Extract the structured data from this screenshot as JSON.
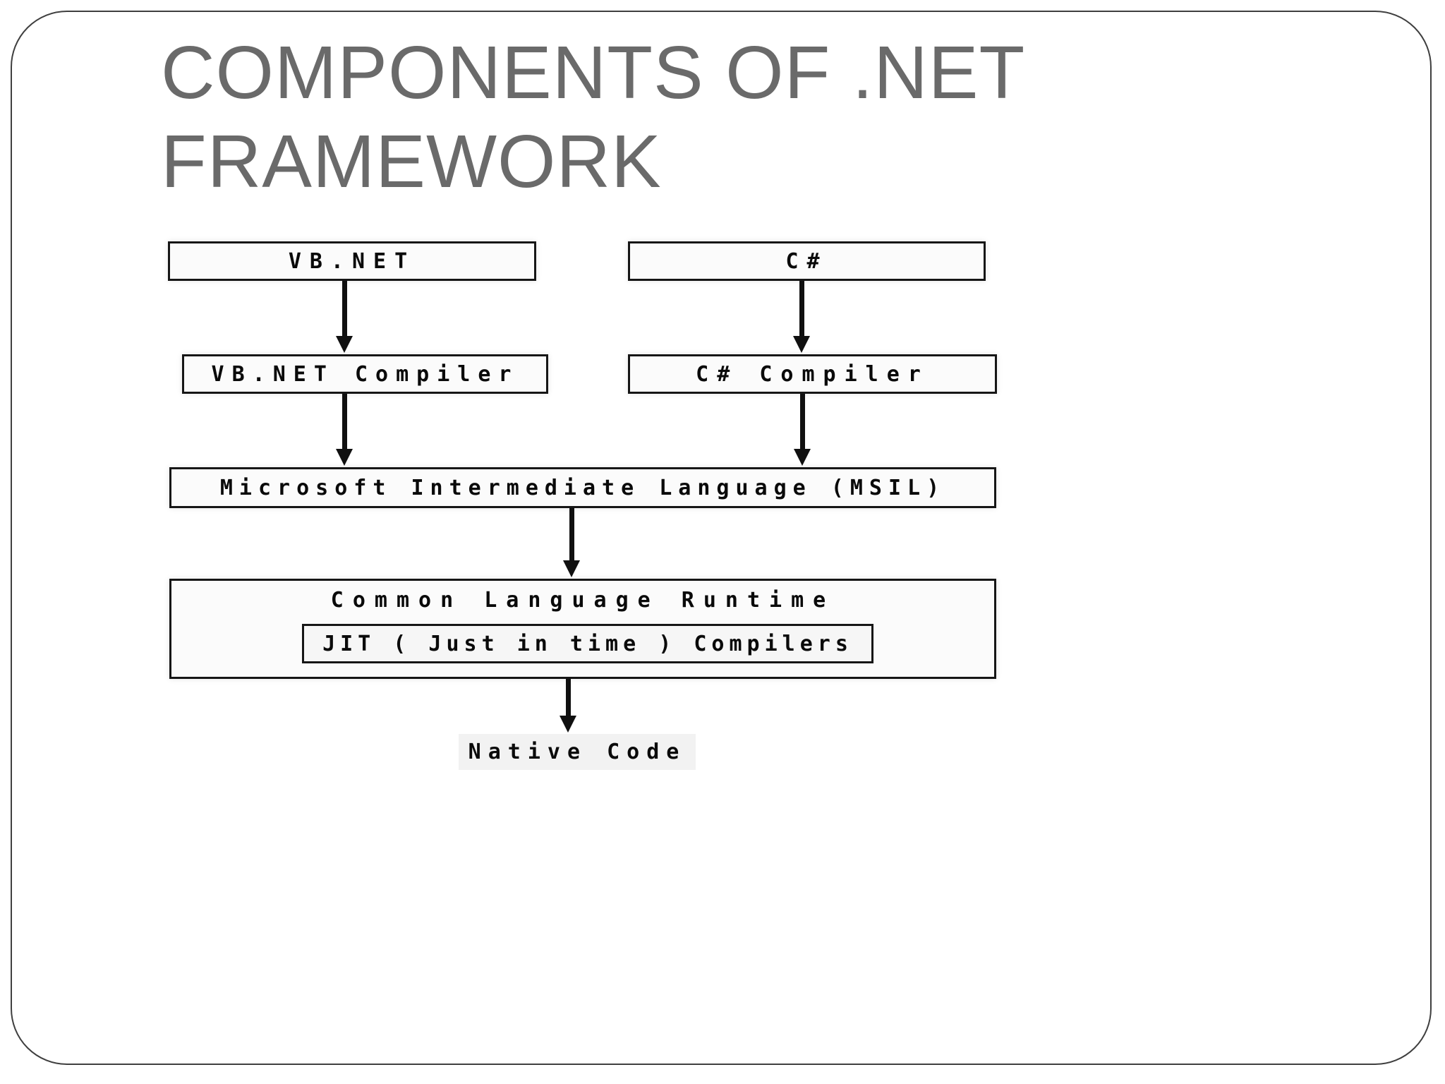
{
  "slide": {
    "title": {
      "line1": "COMPONENTS OF .NET",
      "line2": "FRAMEWORK"
    },
    "colors": {
      "title_text": "#6a6a6a",
      "frame_border": "#3f3f3f",
      "box_border": "#161616",
      "box_fill": "#fbfbfb",
      "arrow": "#101010",
      "background": "#ffffff"
    }
  },
  "diagram": {
    "vbnet": {
      "label": "VB.NET"
    },
    "csharp": {
      "label": "C#"
    },
    "vbnet_compiler": {
      "label": "VB.NET Compiler"
    },
    "csharp_compiler": {
      "label": "C# Compiler"
    },
    "msil": {
      "label": "Microsoft Intermediate Language (MSIL)"
    },
    "clr": {
      "label": "Common Language Runtime"
    },
    "jit": {
      "label": "JIT ( Just in time ) Compilers"
    },
    "native_code": {
      "label": "Native Code"
    },
    "edges": [
      {
        "from": "VB.NET",
        "to": "VB.NET Compiler"
      },
      {
        "from": "C#",
        "to": "C# Compiler"
      },
      {
        "from": "VB.NET Compiler",
        "to": "Microsoft Intermediate Language (MSIL)"
      },
      {
        "from": "C# Compiler",
        "to": "Microsoft Intermediate Language (MSIL)"
      },
      {
        "from": "Microsoft Intermediate Language (MSIL)",
        "to": "Common Language Runtime"
      },
      {
        "from": "Common Language Runtime",
        "to": "Native Code"
      }
    ]
  }
}
